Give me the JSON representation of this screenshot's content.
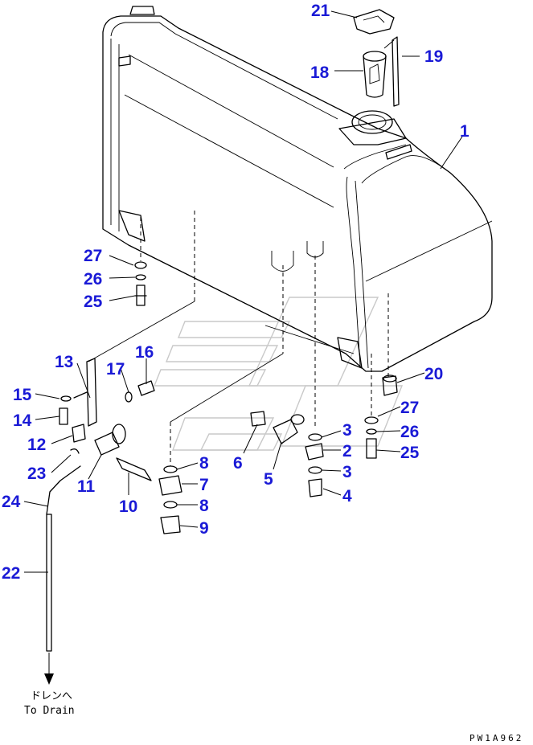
{
  "callouts": [
    {
      "id": "c21",
      "label": "21"
    },
    {
      "id": "c19",
      "label": "19"
    },
    {
      "id": "c18",
      "label": "18"
    },
    {
      "id": "c1",
      "label": "1"
    },
    {
      "id": "c27a",
      "label": "27"
    },
    {
      "id": "c26a",
      "label": "26"
    },
    {
      "id": "c25a",
      "label": "25"
    },
    {
      "id": "c13",
      "label": "13"
    },
    {
      "id": "c16",
      "label": "16"
    },
    {
      "id": "c17",
      "label": "17"
    },
    {
      "id": "c15",
      "label": "15"
    },
    {
      "id": "c14",
      "label": "14"
    },
    {
      "id": "c12",
      "label": "12"
    },
    {
      "id": "c23",
      "label": "23"
    },
    {
      "id": "c11",
      "label": "11"
    },
    {
      "id": "c10",
      "label": "10"
    },
    {
      "id": "c20",
      "label": "20"
    },
    {
      "id": "c27b",
      "label": "27"
    },
    {
      "id": "c26b",
      "label": "26"
    },
    {
      "id": "c25b",
      "label": "25"
    },
    {
      "id": "c3a",
      "label": "3"
    },
    {
      "id": "c2",
      "label": "2"
    },
    {
      "id": "c3b",
      "label": "3"
    },
    {
      "id": "c4",
      "label": "4"
    },
    {
      "id": "c6",
      "label": "6"
    },
    {
      "id": "c5",
      "label": "5"
    },
    {
      "id": "c8a",
      "label": "8"
    },
    {
      "id": "c7",
      "label": "7"
    },
    {
      "id": "c8b",
      "label": "8"
    },
    {
      "id": "c9",
      "label": "9"
    },
    {
      "id": "c24",
      "label": "24"
    },
    {
      "id": "c22",
      "label": "22"
    }
  ],
  "drain_note": {
    "japanese": "ドレンへ",
    "english": "To Drain"
  },
  "drawing_code": "PW1A962",
  "colors": {
    "callout": "#1a1ad6",
    "line": "#000000",
    "watermark": "#c9c9c9"
  }
}
